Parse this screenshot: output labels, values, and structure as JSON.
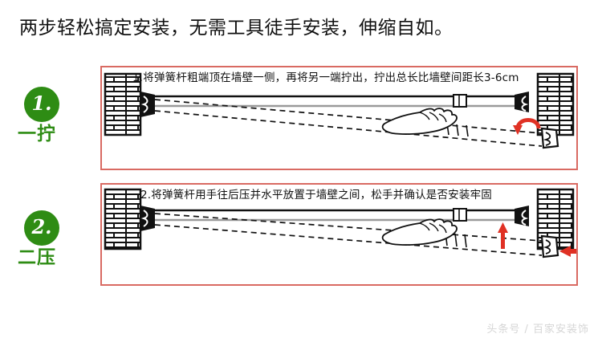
{
  "header": {
    "title": "两步轻松搞定安装，无需工具徒手安装，伸缩自如。"
  },
  "steps": [
    {
      "number": "1.",
      "label": "一拧",
      "badge_color": "#2E8C14"
    },
    {
      "number": "2.",
      "label": "二压",
      "badge_color": "#2E8C14"
    }
  ],
  "panels": [
    {
      "caption": "1.将弹簧杆粗端顶在墙壁一侧，再将另一端拧出，拧出总长比墙壁间距长3-6cm",
      "border_color": "#d96a62",
      "arrows": [
        "rotate-arrow"
      ]
    },
    {
      "caption": "2.将弹簧杆用手往后压并水平放置于墙壁之间，松手并确认是否安装牢固",
      "border_color": "#d96a62",
      "arrows": [
        "up-arrow",
        "left-arrow"
      ]
    }
  ],
  "watermark": {
    "text": "头条号 / 百家安装饰"
  }
}
